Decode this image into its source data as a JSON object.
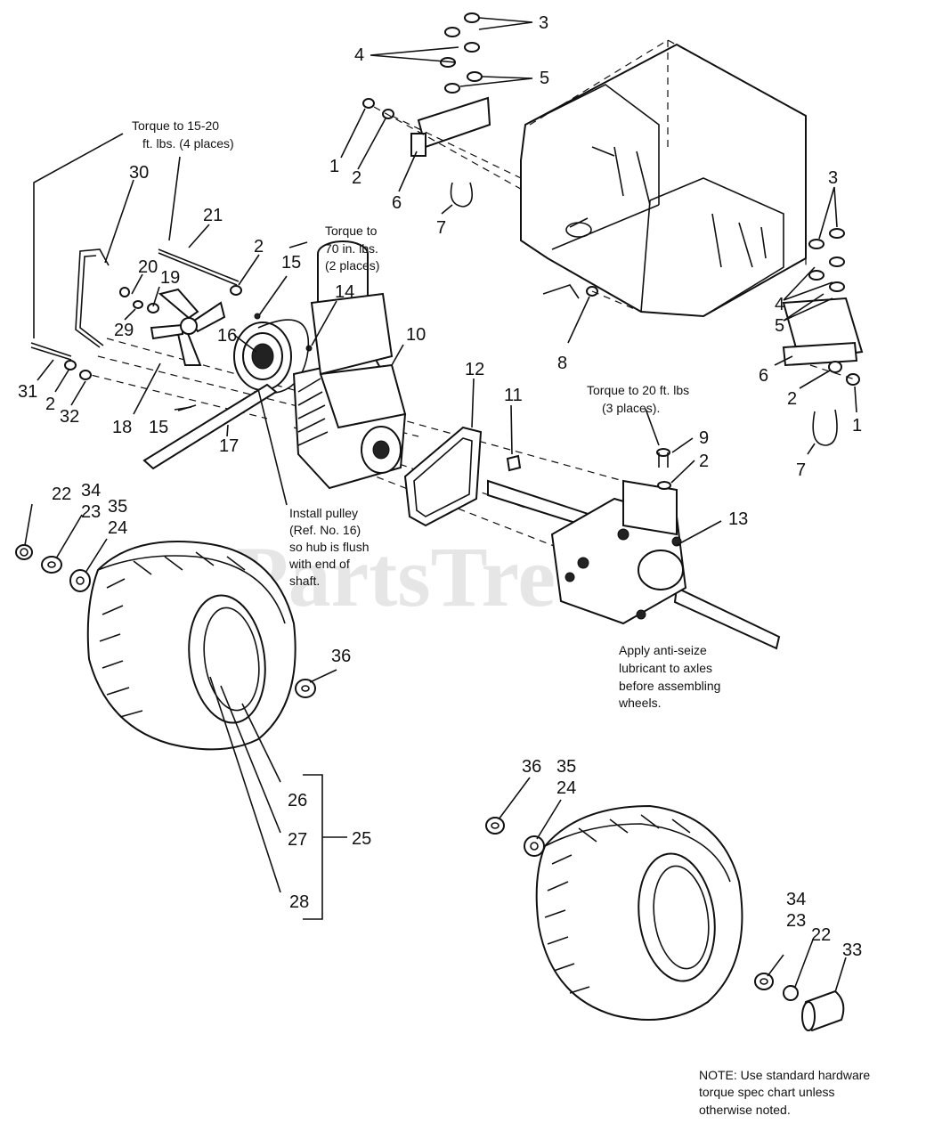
{
  "watermark": "PartsTree",
  "callouts": {
    "n1a": "1",
    "n2a": "2",
    "n3a": "3",
    "n4a": "4",
    "n5a": "5",
    "n6a": "6",
    "n7a": "7",
    "n3b": "3",
    "n4b": "4",
    "n5b": "5",
    "n6b": "6",
    "n2b": "2",
    "n1b": "1",
    "n7b": "7",
    "n8": "8",
    "n9": "9",
    "n2c": "2",
    "n10": "10",
    "n11": "11",
    "n12": "12",
    "n13": "13",
    "n14": "14",
    "n15a": "15",
    "n15b": "15",
    "n16": "16",
    "n17": "17",
    "n18": "18",
    "n19": "19",
    "n20": "20",
    "n21": "21",
    "n2d": "2",
    "n29": "29",
    "n30": "30",
    "n31": "31",
    "n2e": "2",
    "n32": "32",
    "n22a": "22",
    "n34a": "34",
    "n23a": "23",
    "n35a": "35",
    "n24a": "24",
    "n36a": "36",
    "n26": "26",
    "n27": "27",
    "n28": "28",
    "n25": "25",
    "n36b": "36",
    "n35b": "35",
    "n24b": "24",
    "n34b": "34",
    "n23b": "23",
    "n22b": "22",
    "n33": "33"
  },
  "notes": {
    "torque_15_20": [
      "Torque to 15-20",
      "ft. lbs. (4 places)"
    ],
    "torque_70": [
      "Torque to",
      "70 in. lbs.",
      "(2 places)"
    ],
    "torque_20": [
      "Torque to 20 ft. lbs",
      "(3 places)."
    ],
    "install_pulley": [
      "Install pulley",
      "(Ref. No. 16)",
      "so hub is flush",
      "with end of",
      "shaft."
    ],
    "anti_seize": [
      "Apply anti-seize",
      "lubricant to axles",
      "before assembling",
      "wheels."
    ],
    "standard_hw": [
      "NOTE: Use standard hardware",
      "torque spec chart unless",
      "otherwise noted."
    ]
  }
}
